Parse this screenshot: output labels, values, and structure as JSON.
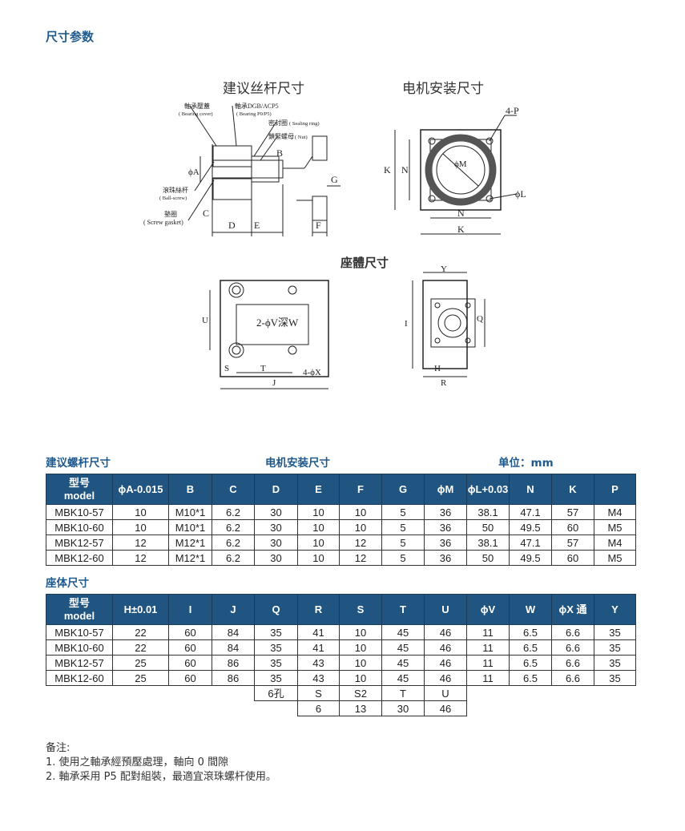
{
  "page_title": "尺寸参数",
  "diagrams": {
    "screw_title": "建议丝杆尺寸",
    "motor_title": "电机安装尺寸",
    "seat_title": "座體尺寸",
    "screw_labels": {
      "bearing_cover": "軸承壓蓋",
      "bearing_cover_en": "( Bearing cover)",
      "bearing": "軸承DGB/ACP5",
      "bearing_en": "( Bearing P0/P5)",
      "seal": "密封圈",
      "seal_en": "( Sealing ring)",
      "nut": "鎖緊螺母",
      "nut_en": "( Nut)",
      "ballscrew": "滾珠絲杆",
      "ballscrew_en": "( Ball-screw)",
      "gasket": "墊圈",
      "gasket_en": "( Screw gasket)",
      "A": "ϕA",
      "B": "B",
      "C": "C",
      "D": "D",
      "E": "E",
      "F": "F",
      "G": "G"
    },
    "motor_labels": {
      "P": "4-P",
      "M": "ϕM",
      "L": "ϕL",
      "K": "K",
      "N": "N"
    },
    "seat_labels": {
      "V": "2-ϕV深W",
      "X": "4-ϕX",
      "U": "U",
      "S": "S",
      "T": "T",
      "J": "J",
      "Y": "Y",
      "I": "I",
      "Q": "Q",
      "H": "H",
      "R": "R"
    }
  },
  "table1": {
    "left_title": "建议螺杆尺寸",
    "mid_title": "电机安装尺寸",
    "unit": "单位：mm",
    "headers": [
      "型号\nmodel",
      "ϕA-0.015",
      "B",
      "C",
      "D",
      "E",
      "F",
      "G",
      "ϕM",
      "ϕL+0.03",
      "N",
      "K",
      "P"
    ],
    "rows": [
      [
        "MBK10-57",
        "10",
        "M10*1",
        "6.2",
        "30",
        "10",
        "10",
        "5",
        "36",
        "38.1",
        "47.1",
        "57",
        "M4"
      ],
      [
        "MBK10-60",
        "10",
        "M10*1",
        "6.2",
        "30",
        "10",
        "10",
        "5",
        "36",
        "50",
        "49.5",
        "60",
        "M5"
      ],
      [
        "MBK12-57",
        "12",
        "M12*1",
        "6.2",
        "30",
        "10",
        "12",
        "5",
        "36",
        "38.1",
        "47.1",
        "57",
        "M4"
      ],
      [
        "MBK12-60",
        "12",
        "M12*1",
        "6.2",
        "30",
        "10",
        "12",
        "5",
        "36",
        "50",
        "49.5",
        "60",
        "M5"
      ]
    ]
  },
  "table2": {
    "title": "座体尺寸",
    "headers": [
      "型号\nmodel",
      "H±0.01",
      "I",
      "J",
      "Q",
      "R",
      "S",
      "T",
      "U",
      "ϕV",
      "W",
      "ϕX 通",
      "Y"
    ],
    "rows": [
      [
        "MBK10-57",
        "22",
        "60",
        "84",
        "35",
        "41",
        "10",
        "45",
        "46",
        "11",
        "6.5",
        "6.6",
        "35"
      ],
      [
        "MBK10-60",
        "22",
        "60",
        "84",
        "35",
        "41",
        "10",
        "45",
        "46",
        "11",
        "6.5",
        "6.6",
        "35"
      ],
      [
        "MBK12-57",
        "25",
        "60",
        "86",
        "35",
        "43",
        "10",
        "45",
        "46",
        "11",
        "6.5",
        "6.6",
        "35"
      ],
      [
        "MBK12-60",
        "25",
        "60",
        "86",
        "35",
        "43",
        "10",
        "45",
        "46",
        "11",
        "6.5",
        "6.6",
        "35"
      ]
    ],
    "extra_head": [
      "6孔",
      "S",
      "S2",
      "T",
      "U"
    ],
    "extra_vals": [
      "6",
      "13",
      "30",
      "46"
    ]
  },
  "notes": {
    "heading": "备注:",
    "items": [
      "1. 使用之軸承經預壓處理，軸向 0 間隙",
      "2. 軸承采用 P5 配對組裝，最適宜滾珠螺杆使用。"
    ]
  }
}
